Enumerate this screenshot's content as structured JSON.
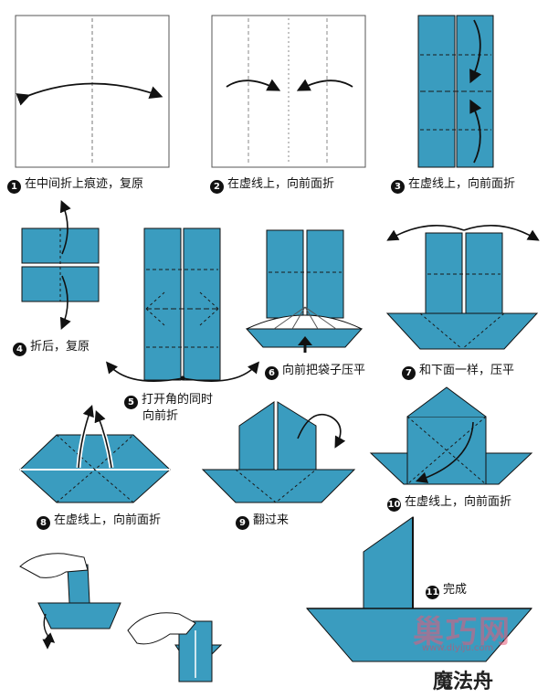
{
  "steps": [
    {
      "num": "1",
      "text": "在中间折上痕迹，复原"
    },
    {
      "num": "2",
      "text": "在虚线上，向前面折"
    },
    {
      "num": "3",
      "text": "在虚线上，向前面折"
    },
    {
      "num": "4",
      "text": "折后，复原"
    },
    {
      "num": "5",
      "text": "打开角的同时",
      "text2": "向前折"
    },
    {
      "num": "6",
      "text": "向前把袋子压平"
    },
    {
      "num": "7",
      "text": "和下面一样，压平"
    },
    {
      "num": "8",
      "text": "在虚线上，向前面折"
    },
    {
      "num": "9",
      "text": "翻过来"
    },
    {
      "num": "10",
      "text": "在虚线上，向前面折"
    },
    {
      "num": "11",
      "text": "完成"
    }
  ],
  "watermark": {
    "main": "巢巧网",
    "url": "www.diyiju.com"
  },
  "title": "魔法舟",
  "colors": {
    "paper_blue": "#3a9cbf",
    "light_blue": "#5bb6d4",
    "watermark_red": "#e85a7a",
    "line": "#1a1a1a"
  }
}
